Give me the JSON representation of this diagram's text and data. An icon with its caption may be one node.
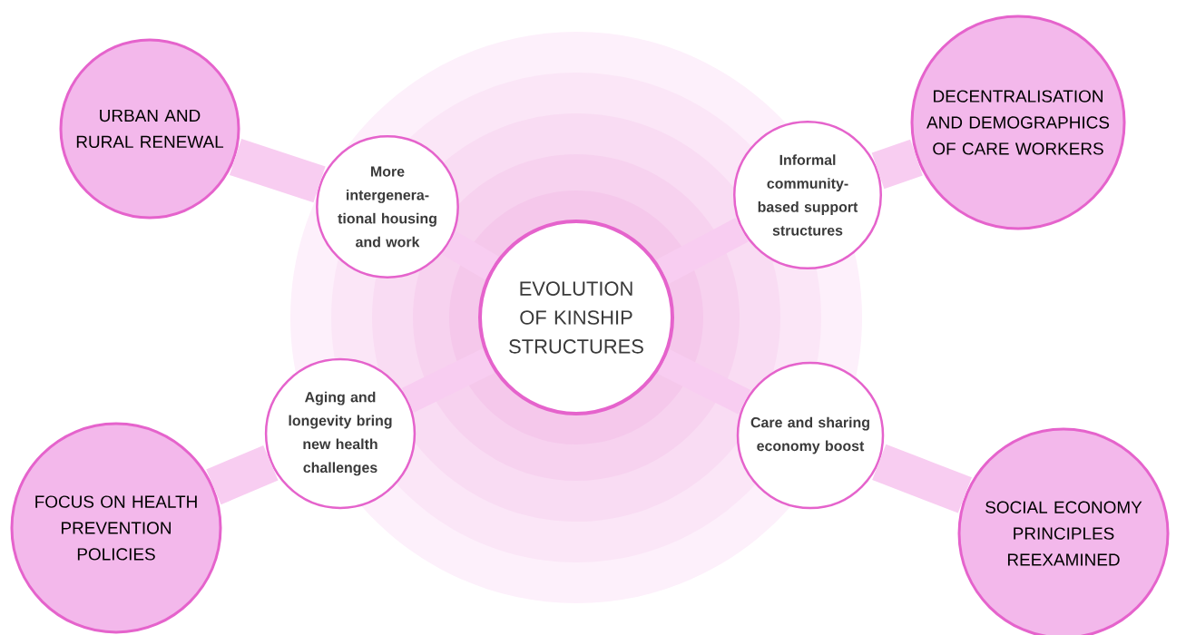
{
  "diagram": {
    "nodes": [
      {
        "text": [
          "URBAN AND RURAL RENEWAL"
        ]
      },
      {
        "text": [
          "More intergenera-tional housing and work"
        ]
      },
      {
        "text": [
          "Informal community-based support structures"
        ]
      },
      {
        "text": [
          "DECENTRALISATION AND DEMOGRAPHICS OF CARE WORKERS"
        ]
      },
      {
        "text": [
          "EVOLUTION OF KINSHIP STRUCTURES"
        ]
      },
      {
        "text": [
          "Aging and longevity bring new health challenges"
        ]
      },
      {
        "text": [
          "Care and sharing economy boost"
        ]
      },
      {
        "text": [
          "FOCUS ON HEALTH PREVENTION POLICIES"
        ]
      },
      {
        "text": [
          "SOCIAL ECONOMY PRINCIPLES REEXAMINED"
        ]
      }
    ],
    "edges": [
      {
        "from": 0,
        "to": 1,
        "arrow": "none"
      },
      {
        "from": 1,
        "to": 4,
        "arrow": "none"
      },
      {
        "from": 3,
        "to": 2,
        "arrow": "none"
      },
      {
        "from": 2,
        "to": 4,
        "arrow": "none"
      },
      {
        "from": 7,
        "to": 5,
        "arrow": "none"
      },
      {
        "from": 5,
        "to": 4,
        "arrow": "none"
      },
      {
        "from": 8,
        "to": 6,
        "arrow": "none"
      },
      {
        "from": 6,
        "to": 4,
        "arrow": "none"
      }
    ]
  }
}
